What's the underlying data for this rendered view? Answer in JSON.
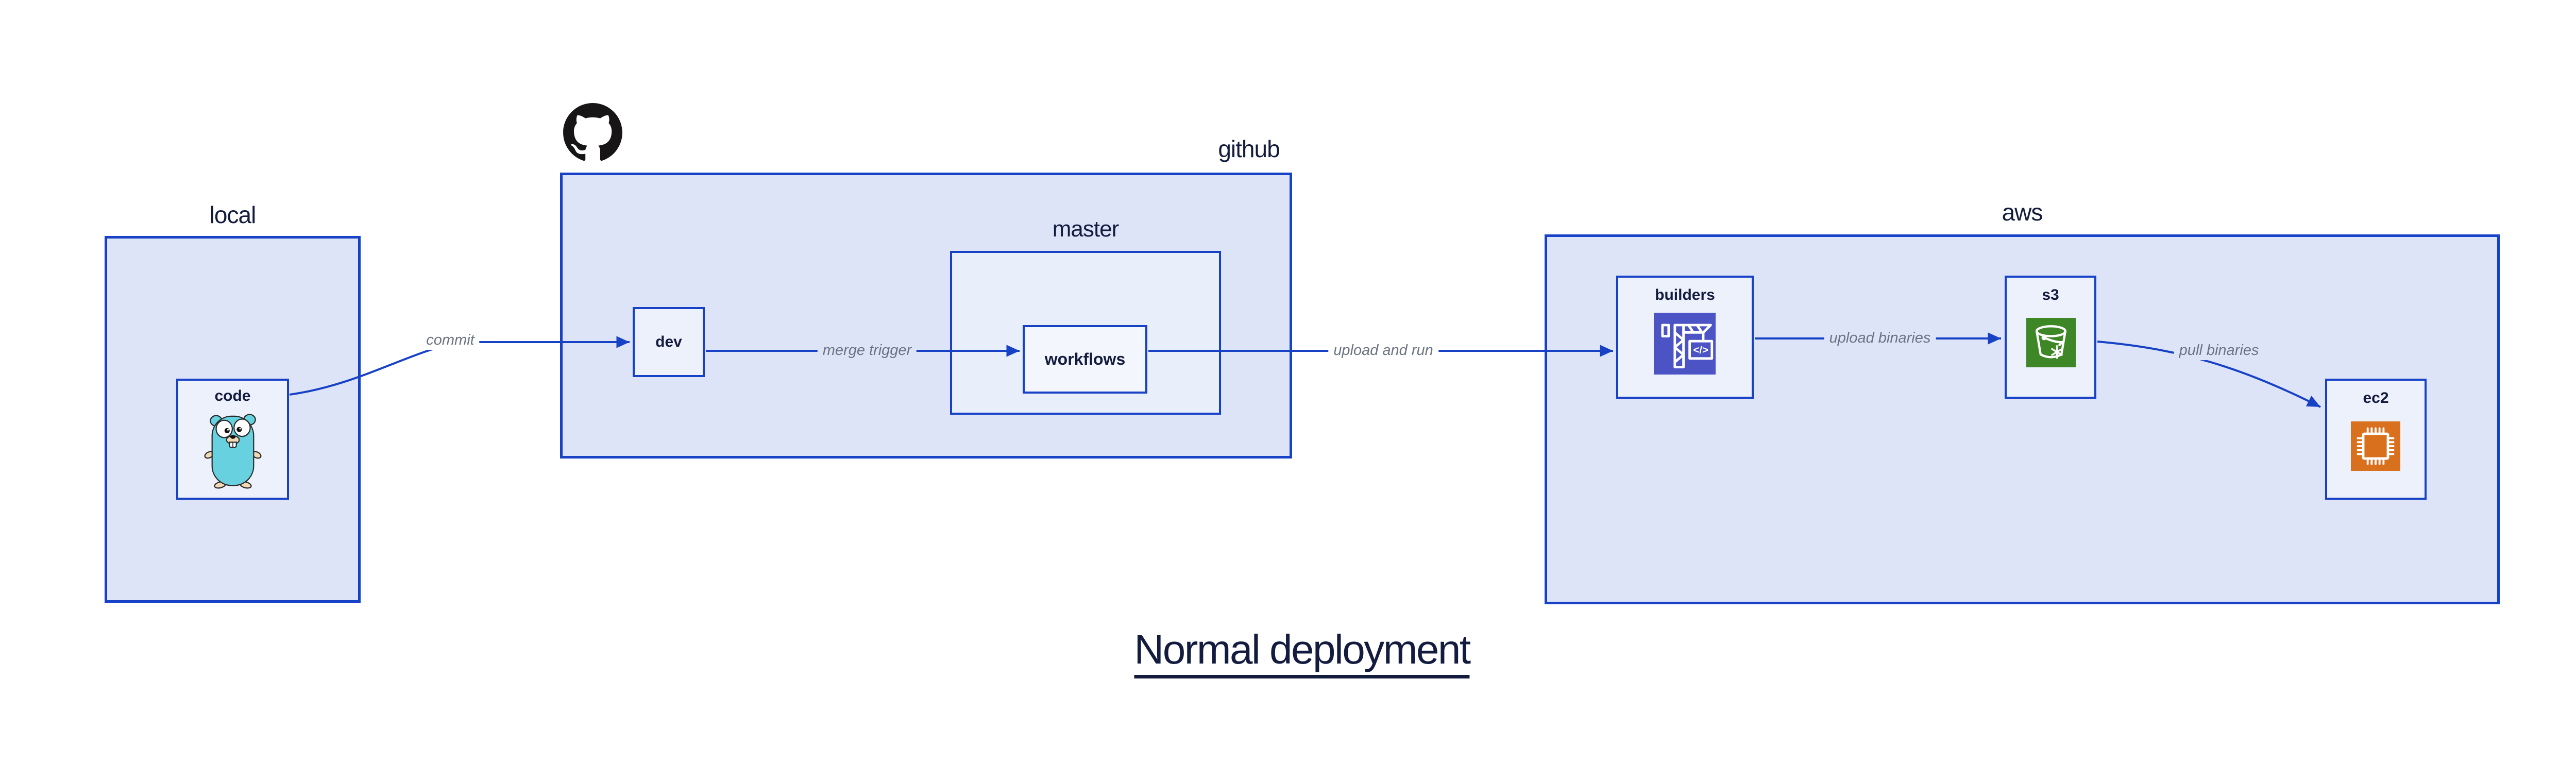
{
  "title": {
    "text": "Normal deployment"
  },
  "groups": {
    "local": {
      "label": "local"
    },
    "github": {
      "label": "github"
    },
    "master": {
      "label": "master"
    },
    "aws": {
      "label": "aws"
    }
  },
  "nodes": {
    "code": {
      "label": "code",
      "icon": "go-gopher-icon"
    },
    "dev": {
      "label": "dev"
    },
    "workflows": {
      "label": "workflows"
    },
    "builders": {
      "label": "builders",
      "icon": "codebuild-crane-icon"
    },
    "s3": {
      "label": "s3",
      "icon": "s3-bucket-snowflake-icon"
    },
    "ec2": {
      "label": "ec2",
      "icon": "cpu-chip-icon"
    }
  },
  "edges": [
    {
      "id": "commit",
      "label": "commit",
      "from": "code",
      "to": "dev"
    },
    {
      "id": "merge-trigger",
      "label": "merge trigger",
      "from": "dev",
      "to": "workflows"
    },
    {
      "id": "upload-and-run",
      "label": "upload and run",
      "from": "workflows",
      "to": "builders"
    },
    {
      "id": "upload-binaries",
      "label": "upload binaries",
      "from": "builders",
      "to": "s3"
    },
    {
      "id": "pull-binaries",
      "label": "pull binaries",
      "from": "s3",
      "to": "ec2"
    }
  ],
  "icons": {
    "codebuild_code_glyph": "</>"
  },
  "colors": {
    "canvas_bg": "#ffffff",
    "stroke_blue": "#1742c6",
    "group_fill": "#dde4f8",
    "master_fill": "#e9eefb",
    "node_fill": "#edf1fc",
    "workflows_fill": "#f4f6fd",
    "text_navy": "#131c3e",
    "edge_label_gray": "#6b7280",
    "builders_icon_bg": "#4b53c5",
    "s3_icon_bg": "#3e8727",
    "ec2_icon_bg": "#d8701d",
    "gopher_teal": "#68d1df",
    "gopher_tan": "#f4d9b5",
    "github_logo_black": "#171515"
  }
}
